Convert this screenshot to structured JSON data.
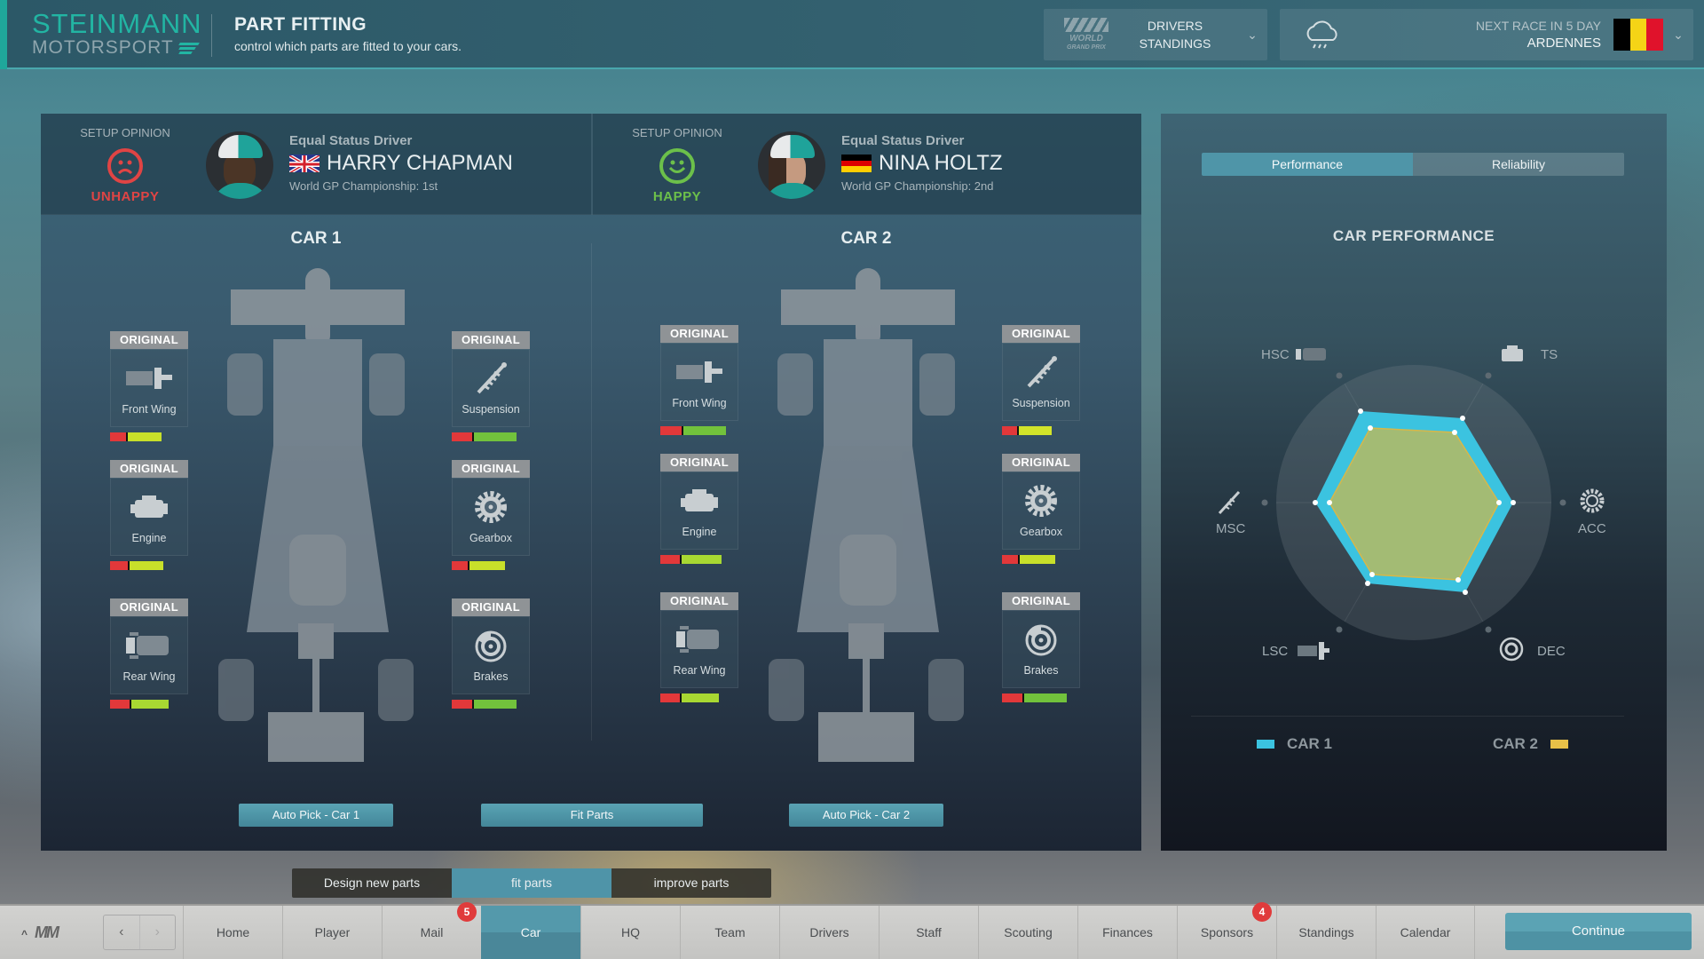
{
  "header": {
    "logo_line1": "STEINMANN",
    "logo_line2": "MOTORSPORT",
    "title": "PART FITTING",
    "subtitle": "control which parts are fitted to your cars.",
    "standings": {
      "logo_text": "WORLD",
      "logo_sub": "GRAND PRIX",
      "line1": "DRIVERS",
      "line2": "STANDINGS"
    },
    "race": {
      "line1": "NEXT RACE IN 5 DAY",
      "line2": "ARDENNES",
      "weather_icon": "rain-cloud-icon",
      "flag_colors": [
        "#000000",
        "#f5d416",
        "#e0122b"
      ]
    }
  },
  "drivers": [
    {
      "opinion_label": "SETUP OPINION",
      "mood": "UNHAPPY",
      "mood_color": "#e04444",
      "status": "Equal Status Driver",
      "name": "HARRY CHAPMAN",
      "nationality": "UK",
      "championship": "World GP Championship: 1st"
    },
    {
      "opinion_label": "SETUP OPINION",
      "mood": "HAPPY",
      "mood_color": "#6cc04a",
      "status": "Equal Status Driver",
      "name": "NINA HOLTZ",
      "nationality": "Germany",
      "championship": "World GP Championship: 2nd"
    }
  ],
  "cars": [
    {
      "title": "CAR 1",
      "parts": [
        {
          "tag": "ORIGINAL",
          "label": "Front Wing",
          "red": 18,
          "good": 38,
          "good_color": "#c8e02a"
        },
        {
          "tag": "ORIGINAL",
          "label": "Engine",
          "red": 20,
          "good": 38,
          "good_color": "#c8e02a"
        },
        {
          "tag": "ORIGINAL",
          "label": "Rear Wing",
          "red": 22,
          "good": 42,
          "good_color": "#a8d832"
        },
        {
          "tag": "ORIGINAL",
          "label": "Suspension",
          "red": 23,
          "good": 48,
          "good_color": "#72c23c"
        },
        {
          "tag": "ORIGINAL",
          "label": "Gearbox",
          "red": 18,
          "good": 40,
          "good_color": "#c8e02a"
        },
        {
          "tag": "ORIGINAL",
          "label": "Brakes",
          "red": 23,
          "good": 48,
          "good_color": "#72c23c"
        }
      ],
      "auto_pick": "Auto Pick - Car 1"
    },
    {
      "title": "CAR 2",
      "parts": [
        {
          "tag": "ORIGINAL",
          "label": "Front Wing",
          "red": 24,
          "good": 48,
          "good_color": "#72c23c"
        },
        {
          "tag": "ORIGINAL",
          "label": "Engine",
          "red": 22,
          "good": 45,
          "good_color": "#a8d832"
        },
        {
          "tag": "ORIGINAL",
          "label": "Rear Wing",
          "red": 22,
          "good": 42,
          "good_color": "#a8d832"
        },
        {
          "tag": "ORIGINAL",
          "label": "Suspension",
          "red": 17,
          "good": 37,
          "good_color": "#d3e42a"
        },
        {
          "tag": "ORIGINAL",
          "label": "Gearbox",
          "red": 18,
          "good": 40,
          "good_color": "#c8e02a"
        },
        {
          "tag": "ORIGINAL",
          "label": "Brakes",
          "red": 23,
          "good": 48,
          "good_color": "#72c23c"
        }
      ],
      "auto_pick": "Auto Pick - Car 2"
    }
  ],
  "fit_parts_label": "Fit Parts",
  "performance_panel": {
    "tabs": [
      {
        "label": "Performance",
        "active": true
      },
      {
        "label": "Reliability",
        "active": false
      }
    ],
    "title": "CAR PERFORMANCE",
    "legend": [
      {
        "label": "CAR 1",
        "color": "#3bc3e0"
      },
      {
        "label": "CAR 2",
        "color": "#e8c048"
      }
    ]
  },
  "chart_data": {
    "type": "radar",
    "title": "CAR PERFORMANCE",
    "axes": [
      "HSC",
      "TS",
      "ACC",
      "DEC",
      "LSC",
      "MSC"
    ],
    "range": [
      0,
      1
    ],
    "series": [
      {
        "name": "CAR 1",
        "color": "#3bc3e0",
        "values": [
          0.77,
          0.71,
          0.72,
          0.75,
          0.68,
          0.72
        ]
      },
      {
        "name": "CAR 2",
        "color": "#e8c048",
        "values": [
          0.63,
          0.59,
          0.62,
          0.65,
          0.62,
          0.61
        ]
      }
    ],
    "legend_position": "bottom"
  },
  "subnav": [
    {
      "label": "Design new parts",
      "active": false
    },
    {
      "label": "fit parts",
      "active": true
    },
    {
      "label": "improve parts",
      "active": false
    }
  ],
  "bottom_nav": {
    "logo": "MM",
    "items": [
      {
        "label": "Home"
      },
      {
        "label": "Player"
      },
      {
        "label": "Mail",
        "badge": "5"
      },
      {
        "label": "Car",
        "active": true
      },
      {
        "label": "HQ"
      },
      {
        "label": "Team"
      },
      {
        "label": "Drivers"
      },
      {
        "label": "Staff"
      },
      {
        "label": "Scouting"
      },
      {
        "label": "Finances"
      },
      {
        "label": "Sponsors",
        "badge": "4"
      },
      {
        "label": "Standings"
      },
      {
        "label": "Calendar"
      }
    ],
    "continue_label": "Continue"
  }
}
